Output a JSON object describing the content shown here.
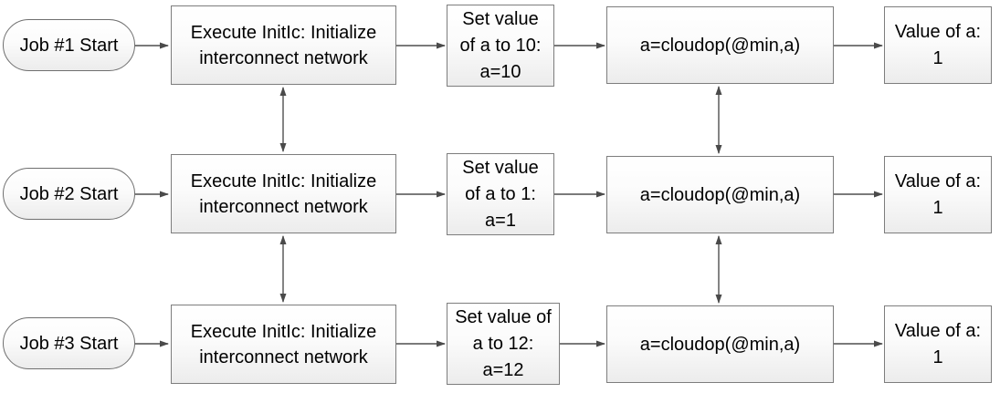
{
  "diagram": {
    "type": "flowchart",
    "description": "Three parallel job flows synchronized via cloudop(@min,a)",
    "rows": [
      {
        "start": "Job #1 Start",
        "init_lines": [
          "Execute InitIc: Initialize",
          "interconnect network"
        ],
        "set_lines": [
          "Set value",
          "of a to 10:",
          "a=10"
        ],
        "cloudop": "a=cloudop(@min,a)",
        "result_lines": [
          "Value of a:",
          "1"
        ]
      },
      {
        "start": "Job #2 Start",
        "init_lines": [
          "Execute InitIc: Initialize",
          "interconnect network"
        ],
        "set_lines": [
          "Set value",
          "of a to 1:",
          "a=1"
        ],
        "cloudop": "a=cloudop(@min,a)",
        "result_lines": [
          "Value of a:",
          "1"
        ]
      },
      {
        "start": "Job #3 Start",
        "init_lines": [
          "Execute InitIc: Initialize",
          "interconnect network"
        ],
        "set_lines": [
          "Set value of",
          "a to 12:",
          "a=12"
        ],
        "cloudop": "a=cloudop(@min,a)",
        "result_lines": [
          "Value of a:",
          "1"
        ]
      }
    ],
    "colors": {
      "node_border": "#7d7d7d",
      "node_fill_top": "#ffffff",
      "node_fill_bottom": "#ececec",
      "connector": "#4f4f4f",
      "text": "#000000",
      "background": "#ffffff"
    }
  }
}
